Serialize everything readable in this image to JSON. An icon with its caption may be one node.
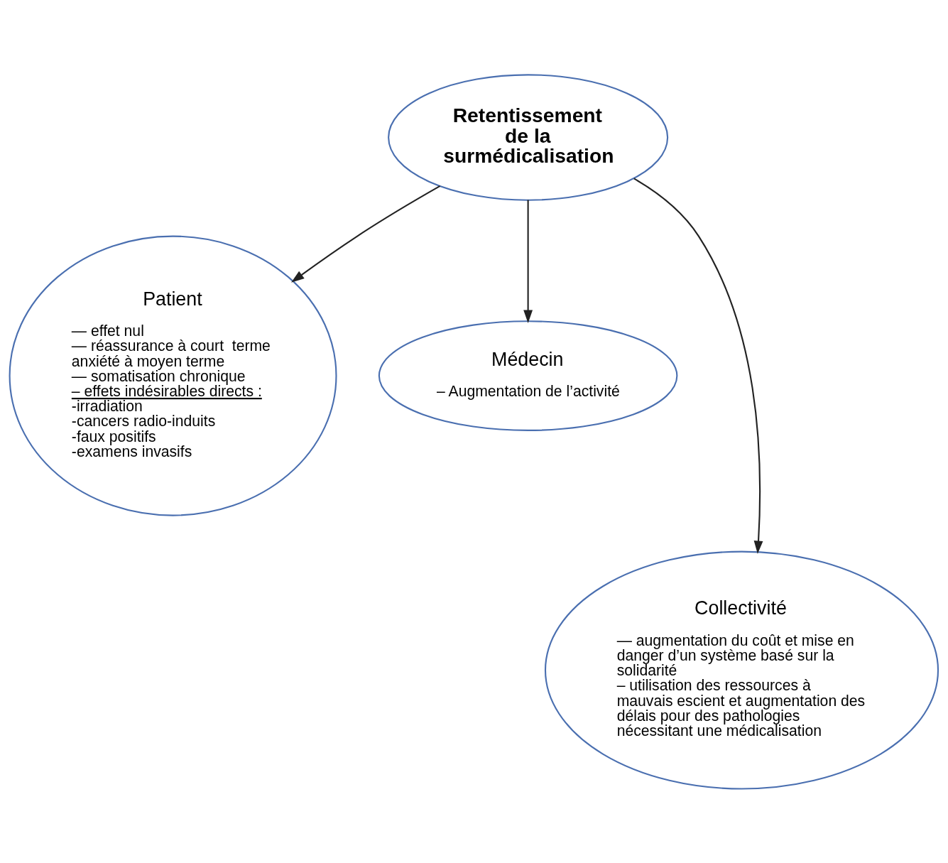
{
  "diagram": {
    "nodes": [
      {
        "text": [
          "Retentissement de la surmédicalisation"
        ]
      },
      {
        "text": [
          "Patient",
          "— effet nul",
          "— réassurance à court  terme anxiété à moyen terme",
          "— somatisation chronique",
          "– effets indésirables directs :",
          "-irradiation",
          "-cancers radio-induits",
          "-faux positifs",
          "-examens invasifs"
        ]
      },
      {
        "text": [
          "Médecin",
          "– Augmentation de l’activité"
        ]
      },
      {
        "text": [
          "Collectivité",
          "— augmentation du coût et mise en danger d’un système basé sur la solidarité",
          "– utilisation des ressources à mauvais escient et augmentation des délais pour des pathologies nécessitant une médicalisation"
        ]
      }
    ],
    "edges": [
      {
        "from": 0,
        "to": 1,
        "arrow": "to"
      },
      {
        "from": 0,
        "to": 3,
        "arrow": "to"
      },
      {
        "from": 0,
        "to": 2,
        "arrow": "to"
      }
    ]
  }
}
